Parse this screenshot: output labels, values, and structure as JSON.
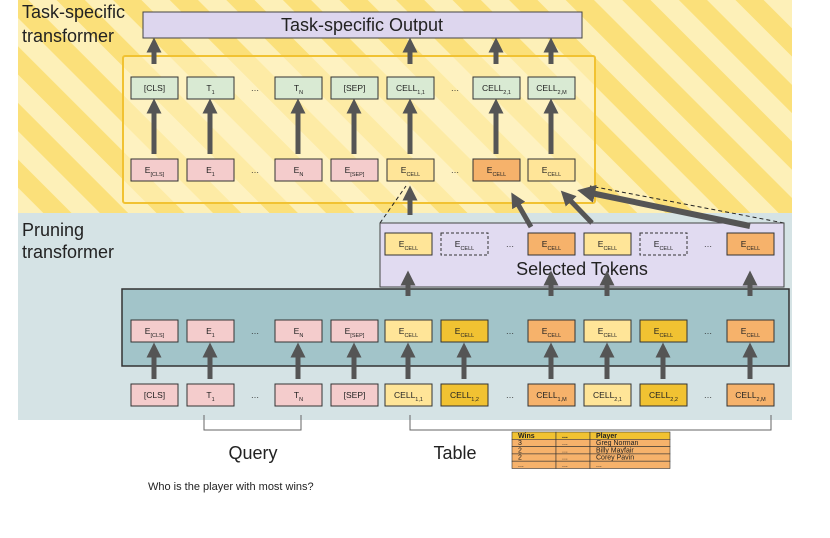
{
  "sections": {
    "task_specific": [
      "Task-specific",
      "transformer"
    ],
    "pruning": [
      "Pruning",
      "transformer"
    ]
  },
  "output_label": "Task-specific Output",
  "selected_label": "Selected Tokens",
  "query_label": "Query",
  "table_label": "Table",
  "question": "Who is the player with most wins?",
  "ellipsis": "…",
  "tokens": {
    "cls": "[CLS]",
    "t": "T",
    "sep": "[SEP]",
    "cell": "CELL",
    "e": "E",
    "e_sub_cls": "[CLS]",
    "e_sub_sep": "[SEP]",
    "e_sub_cell": "CELL",
    "sub_1": "1",
    "sub_n": "N",
    "sub_11": "1,1",
    "sub_12": "1,2",
    "sub_1m": "1,M",
    "sub_21": "2,1",
    "sub_22": "2,2",
    "sub_2m": "2,M"
  },
  "mini_table": {
    "headers": [
      "Wins",
      "...",
      "Player"
    ],
    "rows": [
      [
        "3",
        "...",
        "Greg Norman"
      ],
      [
        "2",
        "...",
        "Billy Mayfair"
      ],
      [
        "2",
        "...",
        "Corey Pavin"
      ],
      [
        "...",
        "...",
        "..."
      ]
    ]
  },
  "colors": {
    "task_bg": "#fdf0b8",
    "task_stripe": "#fbe07a",
    "prune_bg": "#d5e3e5",
    "output_fill": "#ddd6ee",
    "selected_fill": "#e1dbf1",
    "green_token": "#d9ead3",
    "pink_token": "#f4cccc",
    "light_yellow": "#ffe598",
    "gold": "#f1c232",
    "orange": "#f6b26b",
    "teal_block": "#a2c4c9",
    "arrow": "#555555",
    "task_block_border": "#f1c232"
  }
}
